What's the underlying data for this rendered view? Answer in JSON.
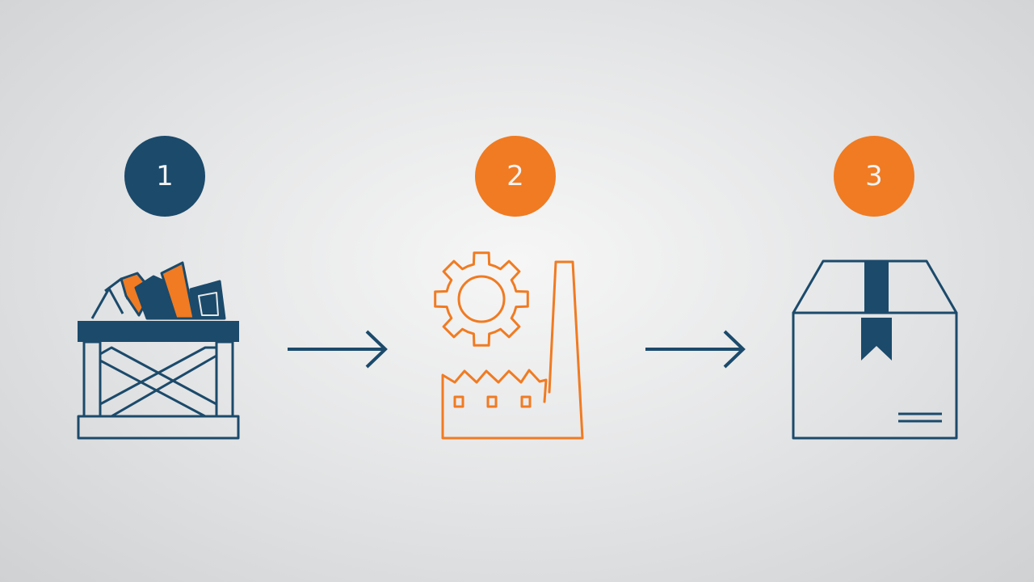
{
  "colors": {
    "navy": "#1b4a6b",
    "orange": "#f07b22",
    "background": "#e6e7e8"
  },
  "steps": [
    {
      "number": "1",
      "icon": "scrap-crate-icon",
      "color": "navy"
    },
    {
      "number": "2",
      "icon": "factory-gear-icon",
      "color": "orange"
    },
    {
      "number": "3",
      "icon": "package-box-icon",
      "color": "orange"
    }
  ],
  "connectors": [
    {
      "icon": "arrow-right-icon",
      "from": "1",
      "to": "2"
    },
    {
      "icon": "arrow-right-icon",
      "from": "2",
      "to": "3"
    }
  ]
}
